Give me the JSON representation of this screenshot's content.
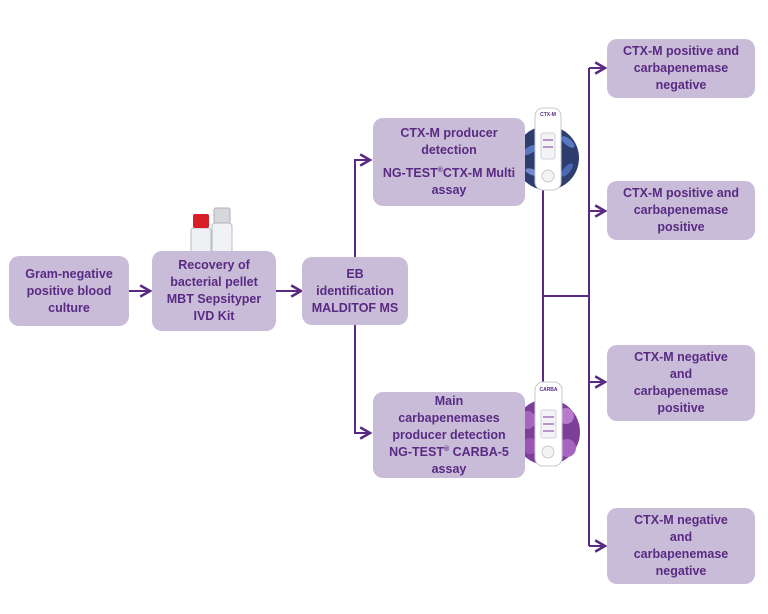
{
  "colors": {
    "node_fill": "#c9bcd9",
    "node_text": "#5a2a82",
    "connector": "#5a2a82",
    "bacteria_blue": "#3c4f8f",
    "cells_purple": "#8a4aa3"
  },
  "nodes": {
    "culture": {
      "lines": [
        "Gram-negative",
        "positive blood",
        "culture"
      ]
    },
    "recovery": {
      "lines": [
        "Recovery of",
        "bacterial pellet",
        "MBT Sepsityper",
        "IVD Kit"
      ]
    },
    "eb_id": {
      "lines": [
        "EB",
        "identification",
        "MALDITOF MS"
      ]
    },
    "ctxm": {
      "lines": [
        "CTX-M producer",
        "detection"
      ],
      "assay_prefix": "NG-TEST",
      "assay_mark": "®",
      "assay_suffix": "CTX-M Multi",
      "assay_last": "assay"
    },
    "carba": {
      "lines": [
        "Main",
        "carbapenemases",
        "producer detection"
      ],
      "assay_prefix": "NG-TEST",
      "assay_mark": "®",
      "assay_suffix": "CARBA-5",
      "assay_last": "assay"
    },
    "out1": {
      "lines": [
        "CTX-M positive and",
        "carbapenemase",
        "negative"
      ]
    },
    "out2": {
      "lines": [
        "CTX-M positive and",
        "carbapenemase",
        "positive"
      ]
    },
    "out3": {
      "lines": [
        "CTX-M negative",
        "and",
        "carbapenemase",
        "positive"
      ]
    },
    "out4": {
      "lines": [
        "CTX-M negative",
        "and",
        "carbapenemase",
        "negative"
      ]
    }
  },
  "illustrations": {
    "ctxm_cassette_label": "CTX-M",
    "carba_cassette_label": "CARBA",
    "vials_icon": "sample-vials-icon",
    "ctxm_icon": "ctxm-test-cassette-icon",
    "carba_icon": "carba-test-cassette-icon"
  }
}
